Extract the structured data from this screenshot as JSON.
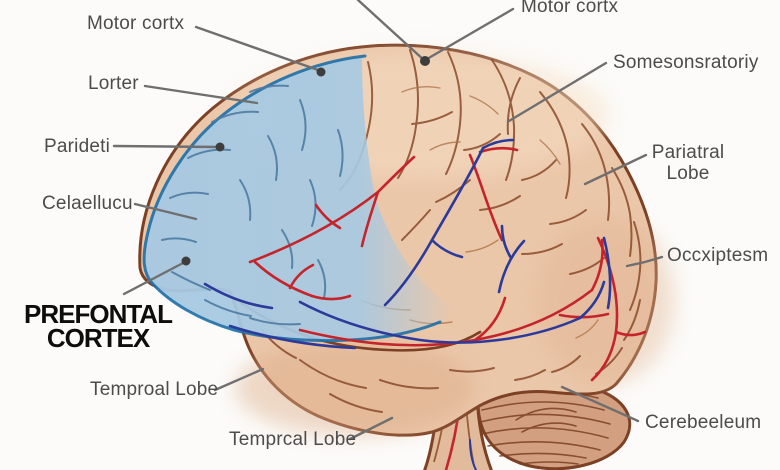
{
  "figure": {
    "kind": "brain-anatomy-diagram",
    "labels": {
      "motor_cortex_left": "Motor cortx",
      "lorter": "Lorter",
      "parideti": "Parideti",
      "celaellucu": "Celaellucu",
      "prefrontal_cortex": "PREFONTAL\nCORTEX",
      "temporal_lobe_left": "Temproal Lobe",
      "temporal_lobe_bottom": "Temprcal Lobe",
      "motor_cortex_right": "Motor cortx",
      "somatosensory_cortex": "Somesonsratoriy",
      "parietal_lobe": "Pariatral\nLobe",
      "occipital_lobe": "Occxiptesm",
      "cerebellum": "Cerebeeleum"
    },
    "colors": {
      "background": "#fcfbf9",
      "brain_fill": "#ebc7aa",
      "brain_outline": "#7c4024",
      "highlight_region_fill": "#a7c9e2",
      "highlight_region_outline": "#1e6fa6",
      "artery_red": "#c5242b",
      "vein_blue": "#2b3a9b",
      "label_text": "#4c4c4c",
      "title_text": "#0d0d0d",
      "leader_line": "#6f6f6f"
    }
  }
}
